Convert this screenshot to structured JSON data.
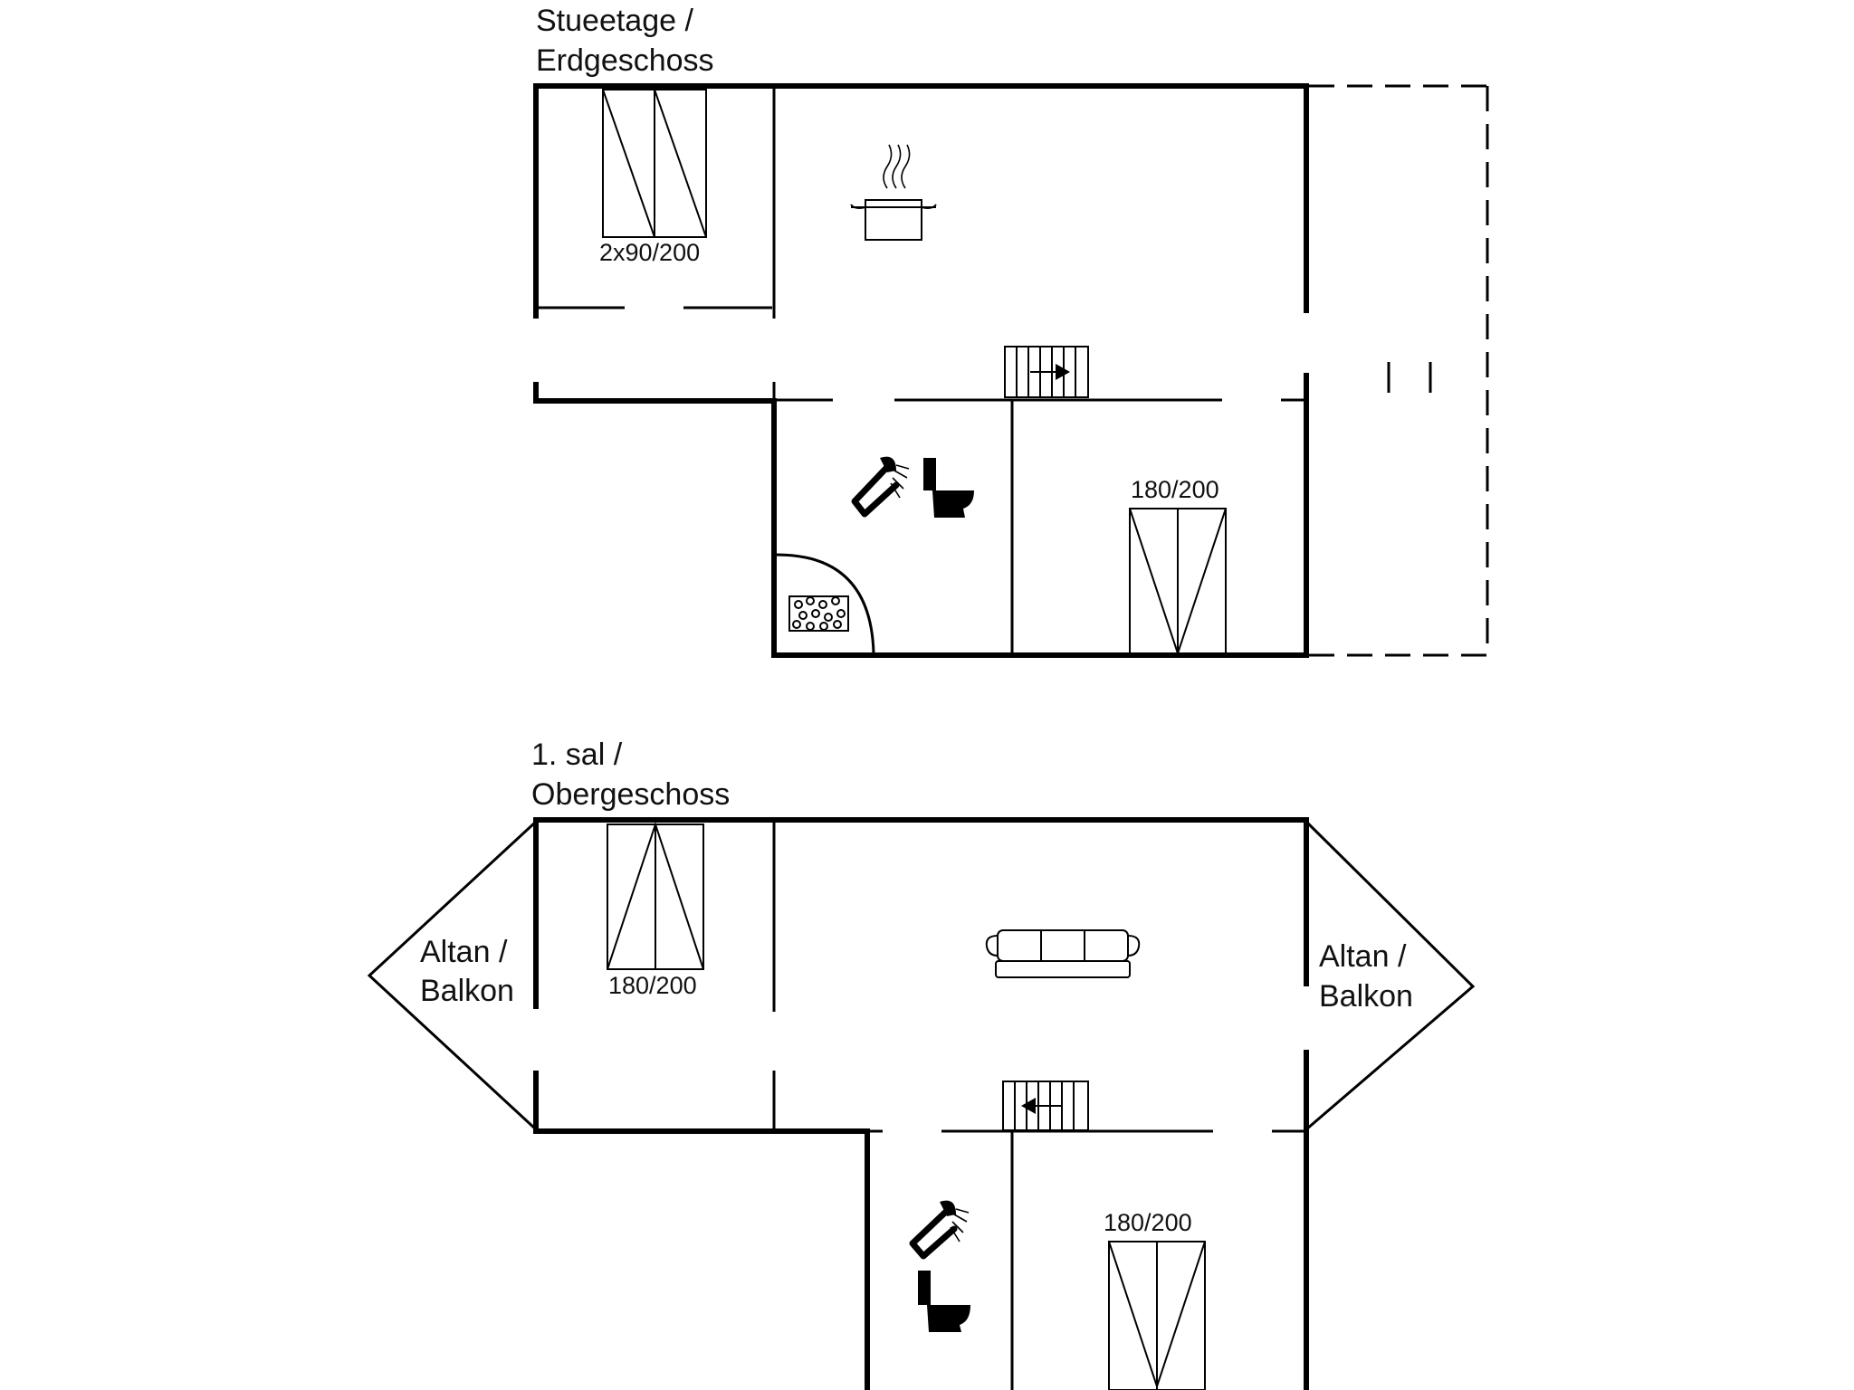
{
  "floors": {
    "ground": {
      "title_line1": "Stueetage /",
      "title_line2": "Erdgeschoss",
      "bed_left_label": "2x90/200",
      "bed_right_label": "180/200"
    },
    "upper": {
      "title_line1": "1. sal /",
      "title_line2": "Obergeschoss",
      "bed_left_label": "180/200",
      "bed_right_label": "180/200",
      "balcony_left_line1": "Altan /",
      "balcony_left_line2": "Balkon",
      "balcony_right_line1": "Altan /",
      "balcony_right_line2": "Balkon"
    }
  },
  "icons": [
    "cooking-pot-icon",
    "stairs-up-icon",
    "shower-icon",
    "toilet-icon",
    "sauna-stones-icon",
    "sofa-icon",
    "stairs-down-icon"
  ]
}
